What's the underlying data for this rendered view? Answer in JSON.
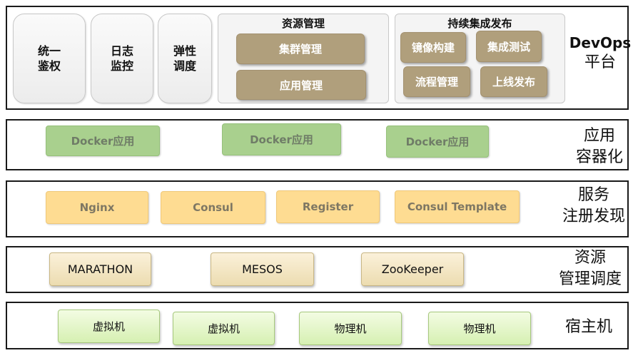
{
  "devops": {
    "side_label_en": "DevOps",
    "side_label_zh": "平台",
    "auth": "统一\n鉴权",
    "log": "日志\n监控",
    "elastic": "弹性\n调度",
    "resource_mgmt": {
      "title": "资源管理",
      "items": [
        "集群管理",
        "应用管理"
      ]
    },
    "ci_cd": {
      "title": "持续集成发布",
      "items": [
        "镜像构建",
        "集成测试",
        "流程管理",
        "上线发布"
      ]
    }
  },
  "container_layer": {
    "side_label": "应用\n容器化",
    "apps": [
      "Docker应用",
      "Docker应用",
      "Docker应用"
    ]
  },
  "service_layer": {
    "side_label": "服务\n注册发现",
    "items": [
      "Nginx",
      "Consul",
      "Register",
      "Consul Template"
    ]
  },
  "scheduling_layer": {
    "side_label": "资源\n管理调度",
    "items": [
      "MARATHON",
      "MESOS",
      "ZooKeeper"
    ]
  },
  "host_layer": {
    "side_label": "宿主机",
    "items": [
      "虚拟机",
      "虚拟机",
      "物理机",
      "物理机"
    ]
  }
}
